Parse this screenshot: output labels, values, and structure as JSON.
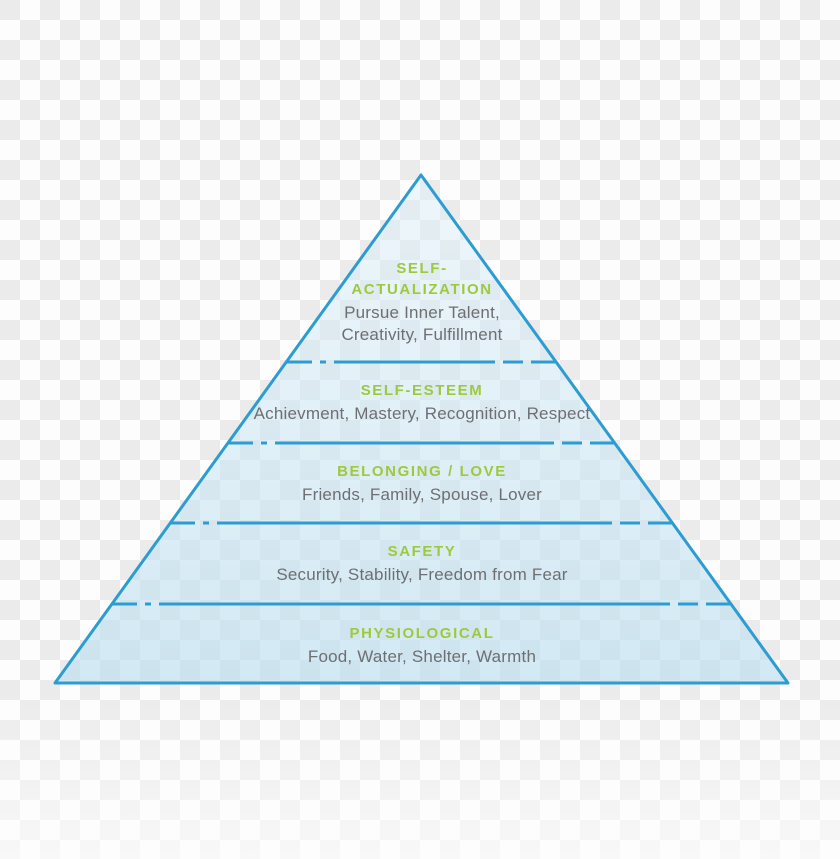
{
  "figure": {
    "name": "maslow-hierarchy-of-needs-pyramid",
    "background": "transparency-checkerboard",
    "levels": [
      {
        "id": "self-actualization",
        "title_lines": [
          "SELF-",
          "ACTUALIZATION"
        ],
        "subtitle_lines": [
          "Pursue Inner Talent,",
          "Creativity, Fulfillment"
        ]
      },
      {
        "id": "self-esteem",
        "title_lines": [
          "SELF-ESTEEM"
        ],
        "subtitle_lines": [
          "Achievment, Mastery, Recognition, Respect"
        ]
      },
      {
        "id": "belonging-love",
        "title_lines": [
          "BELONGING / LOVE"
        ],
        "subtitle_lines": [
          "Friends, Family, Spouse, Lover"
        ]
      },
      {
        "id": "safety",
        "title_lines": [
          "SAFETY"
        ],
        "subtitle_lines": [
          "Security, Stability, Freedom from Fear"
        ]
      },
      {
        "id": "physiological",
        "title_lines": [
          "PHYSIOLOGICAL"
        ],
        "subtitle_lines": [
          "Food, Water, Shelter, Warmth"
        ]
      }
    ],
    "colors": {
      "outline_blue": "#2d9cd1",
      "heading_green": "#9cca3c",
      "subtitle_gray": "#6e6f72",
      "fill_tint_top": "rgba(222,239,248,0.5)",
      "fill_tint_bottom": "rgba(187,222,239,0.65)",
      "checker_light": "#fdfdfd",
      "checker_dark": "#ebebeb"
    }
  }
}
